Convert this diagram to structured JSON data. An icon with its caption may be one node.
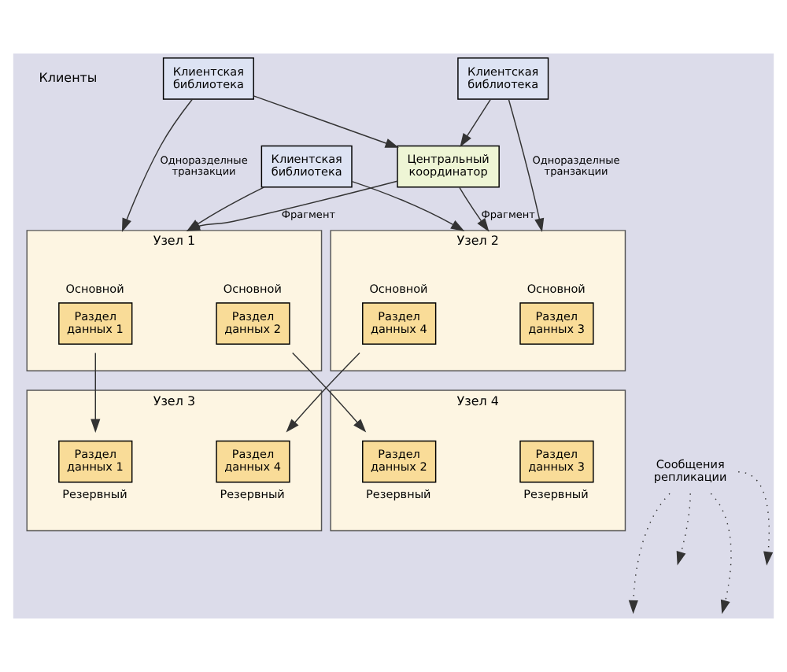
{
  "diagram": {
    "nodes": [
      {
        "text": [
          "Клиентская библиотека"
        ]
      },
      {
        "text": [
          "Клиентская библиотека"
        ]
      },
      {
        "text": [
          "Клиентская библиотека"
        ]
      },
      {
        "text": [
          "Центральный координатор"
        ]
      },
      {
        "text": [
          "Узел 1"
        ]
      },
      {
        "text": [
          "Раздел данных 1"
        ],
        "in": 4,
        "beside": [
          "Основной"
        ]
      },
      {
        "text": [
          "Раздел данных 2"
        ],
        "in": 4,
        "beside": [
          "Основной"
        ]
      },
      {
        "text": [
          "Узел 2"
        ]
      },
      {
        "text": [
          "Раздел данных 3"
        ],
        "in": 7,
        "beside": [
          "Основной"
        ]
      },
      {
        "text": [
          "Раздел данных 4"
        ],
        "in": 7,
        "beside": [
          "Основной"
        ]
      },
      {
        "text": [
          "Узел 3"
        ]
      },
      {
        "text": [
          "Раздел данных 1"
        ],
        "in": 10,
        "beside": [
          "Резервный"
        ]
      },
      {
        "text": [
          "Раздел данных 4"
        ],
        "in": 10,
        "beside": [
          "Резервный"
        ]
      },
      {
        "text": [
          "Узел 4"
        ]
      },
      {
        "text": [
          "Раздел данных 3"
        ],
        "in": 13,
        "beside": [
          "Резервный"
        ]
      },
      {
        "text": [
          "Раздел данных 2"
        ],
        "in": 13,
        "beside": [
          "Резервный"
        ]
      },
      {
        "text": [
          "Сообщения репликации"
        ]
      }
    ],
    "edges": [
      {
        "from": 0,
        "to": 4,
        "arrow": "to",
        "label": "Одноразделные транзакции"
      },
      {
        "from": 0,
        "to": 3,
        "arrow": "to"
      },
      {
        "from": 1,
        "to": 4,
        "arrow": "to"
      },
      {
        "from": 1,
        "to": 7,
        "arrow": "to"
      },
      {
        "from": 2,
        "to": 3,
        "arrow": "to"
      },
      {
        "from": 2,
        "to": 7,
        "arrow": "to",
        "label": "Одноразделные транзакции"
      },
      {
        "from": 3,
        "to": 4,
        "arrow": "to",
        "label": "Фрагмент"
      },
      {
        "from": 3,
        "to": 7,
        "arrow": "to",
        "label": "Фрагмент"
      },
      {
        "from": 5,
        "to": 11,
        "arrow": "to"
      },
      {
        "from": 6,
        "to": 15,
        "arrow": "to"
      },
      {
        "from": 9,
        "to": 12,
        "arrow": "to"
      },
      {
        "from": 16,
        "to": null,
        "arrow": "to",
        "style": "dashed"
      },
      {
        "from": 16,
        "to": null,
        "arrow": "to",
        "style": "dashed"
      },
      {
        "from": 16,
        "to": null,
        "arrow": "to",
        "style": "dashed"
      },
      {
        "from": 16,
        "to": null,
        "arrow": "to",
        "style": "dashed"
      }
    ],
    "labels": [
      "Клиенты"
    ]
  }
}
